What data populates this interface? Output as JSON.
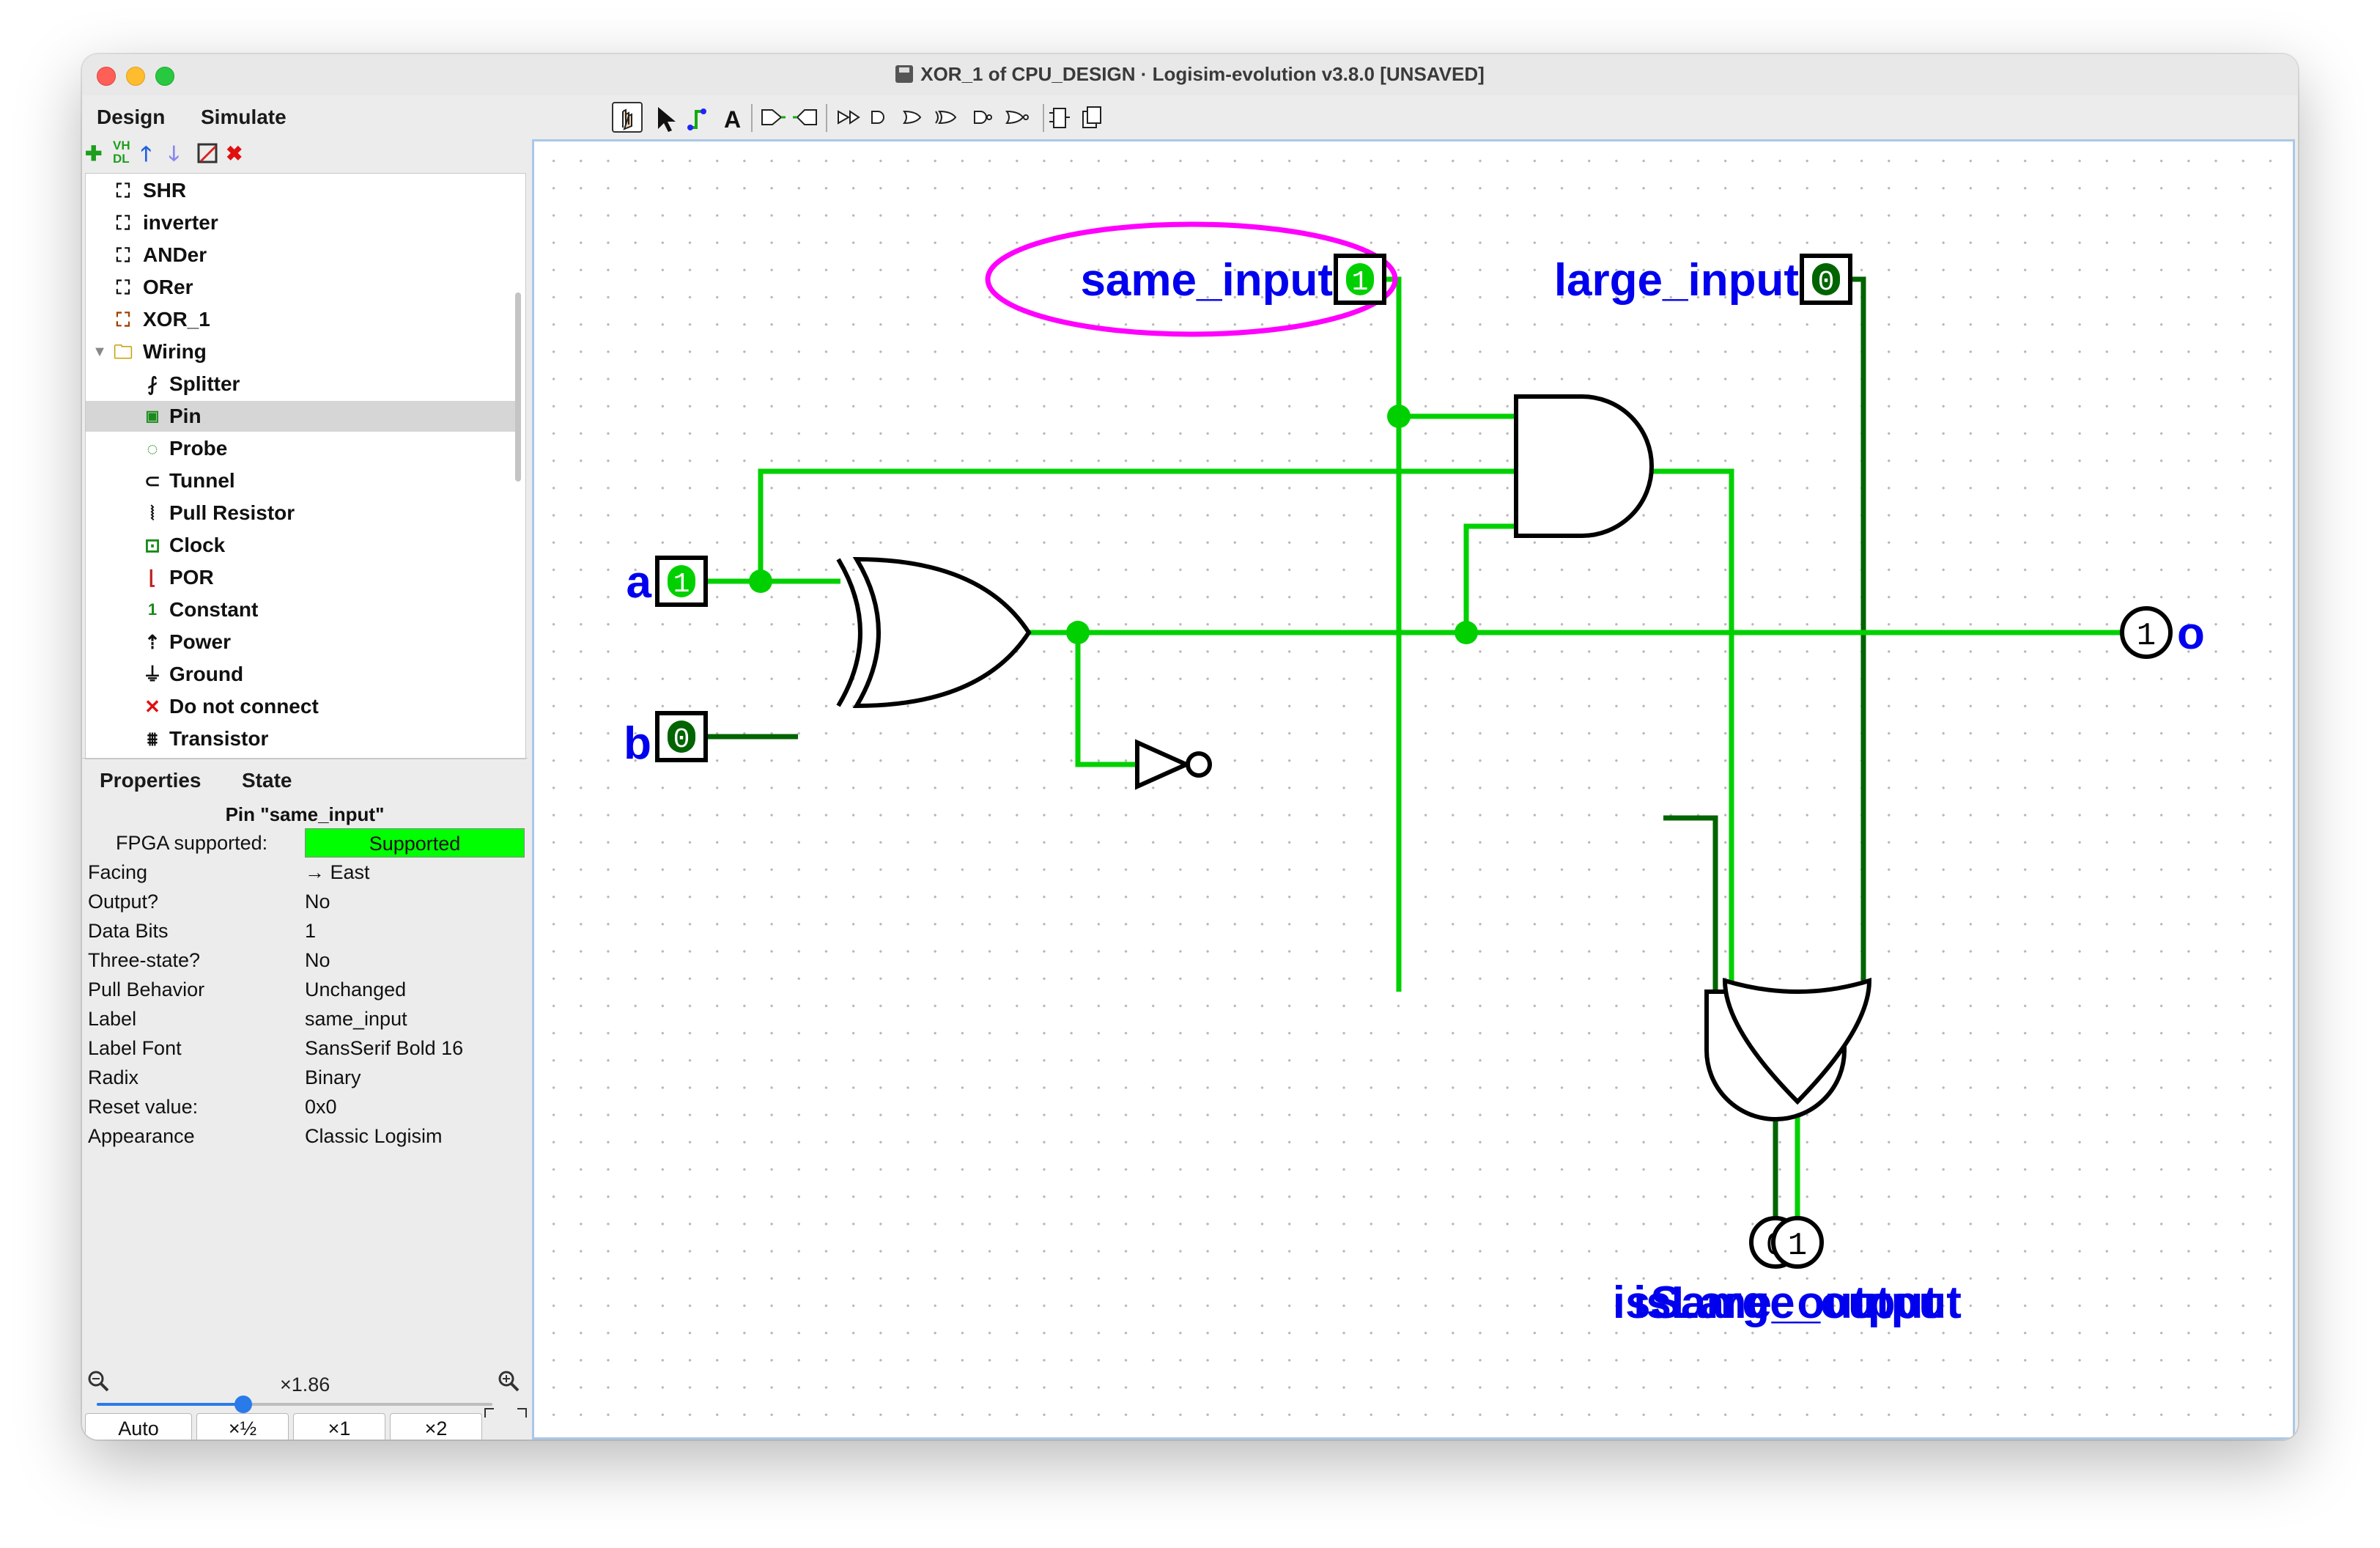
{
  "window": {
    "title": "XOR_1 of CPU_DESIGN · Logisim-evolution v3.8.0 [UNSAVED]"
  },
  "tabs": {
    "design": "Design",
    "simulate": "Simulate"
  },
  "tree": {
    "items": [
      {
        "label": "SHR"
      },
      {
        "label": "inverter"
      },
      {
        "label": "ANDer"
      },
      {
        "label": "ORer"
      },
      {
        "label": "XOR_1"
      },
      {
        "label": "Wiring"
      },
      {
        "label": "Splitter"
      },
      {
        "label": "Pin"
      },
      {
        "label": "Probe"
      },
      {
        "label": "Tunnel"
      },
      {
        "label": "Pull Resistor"
      },
      {
        "label": "Clock"
      },
      {
        "label": "POR"
      },
      {
        "label": "Constant"
      },
      {
        "label": "Power"
      },
      {
        "label": "Ground"
      },
      {
        "label": "Do not connect"
      },
      {
        "label": "Transistor"
      }
    ],
    "selected": "Pin"
  },
  "properties": {
    "tab_properties": "Properties",
    "tab_state": "State",
    "title": "Pin \"same_input\"",
    "rows": [
      {
        "key": "FPGA supported:",
        "value": "Supported"
      },
      {
        "key": "Facing",
        "value": "→ East"
      },
      {
        "key": "Output?",
        "value": "No"
      },
      {
        "key": "Data Bits",
        "value": "1"
      },
      {
        "key": "Three-state?",
        "value": "No"
      },
      {
        "key": "Pull Behavior",
        "value": "Unchanged"
      },
      {
        "key": "Label",
        "value": "same_input"
      },
      {
        "key": "Label Font",
        "value": "SansSerif Bold 16"
      },
      {
        "key": "Radix",
        "value": "Binary"
      },
      {
        "key": "Reset value:",
        "value": "0x0"
      },
      {
        "key": "Appearance",
        "value": "Classic Logisim"
      }
    ]
  },
  "zoom": {
    "label": "×1.86",
    "slider_fraction": 0.37,
    "buttons": {
      "auto": "Auto",
      "half": "×½",
      "one": "×1",
      "two": "×2"
    }
  },
  "toolbar": {
    "text_tool": "A"
  },
  "circuit": {
    "labels": {
      "same_input": "same_input",
      "large_input": "large_input",
      "a": "a",
      "b": "b",
      "o": "o",
      "isSame_output": "isSame_output",
      "isLarge_output": "isLarge_output"
    },
    "values": {
      "same_input": "1",
      "large_input": "0",
      "a": "1",
      "b": "0",
      "o": "1",
      "isSame_output": "0",
      "isLarge_output": "1"
    },
    "colors": {
      "wire_high": "#00d000",
      "wire_low": "#006400",
      "label": "#0000ee",
      "highlight": "#ff00ff"
    }
  }
}
